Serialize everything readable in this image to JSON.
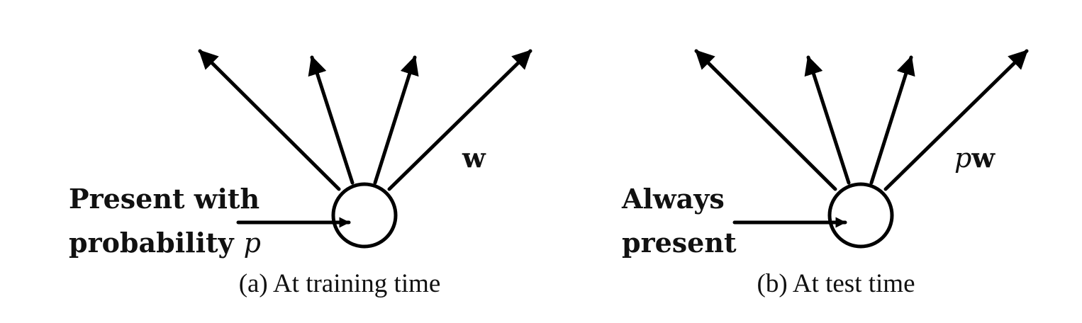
{
  "panels": [
    {
      "id": "training",
      "input_label_line1": "Present with",
      "input_label_line2": "probability",
      "input_label_var": "p",
      "weight_prefix": "",
      "weight_symbol": "w",
      "caption": "(a) At training time"
    },
    {
      "id": "test",
      "input_label_line1": "Always",
      "input_label_line2": "present",
      "input_label_var": "",
      "weight_prefix": "p",
      "weight_symbol": "w",
      "caption": "(b) At test time"
    }
  ]
}
